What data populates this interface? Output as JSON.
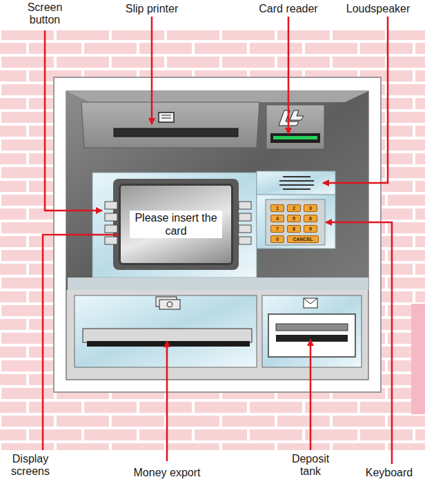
{
  "diagram": {
    "nodes": [
      {
        "text": [
          "Please insert the card"
        ]
      },
      {
        "text": [
          "1"
        ]
      },
      {
        "text": [
          "2"
        ]
      },
      {
        "text": [
          "3"
        ]
      },
      {
        "text": [
          "4"
        ]
      },
      {
        "text": [
          "5"
        ]
      },
      {
        "text": [
          "6"
        ]
      },
      {
        "text": [
          "7"
        ]
      },
      {
        "text": [
          "8"
        ]
      },
      {
        "text": [
          "9"
        ]
      },
      {
        "text": [
          "0"
        ]
      },
      {
        "text": [
          "CANCEL"
        ]
      }
    ],
    "labels": [
      "Screen button",
      "Slip printer",
      "Card reader",
      "Loudspeaker",
      "Display screens",
      "Money export",
      "Deposit tank",
      "Keyboard"
    ]
  }
}
